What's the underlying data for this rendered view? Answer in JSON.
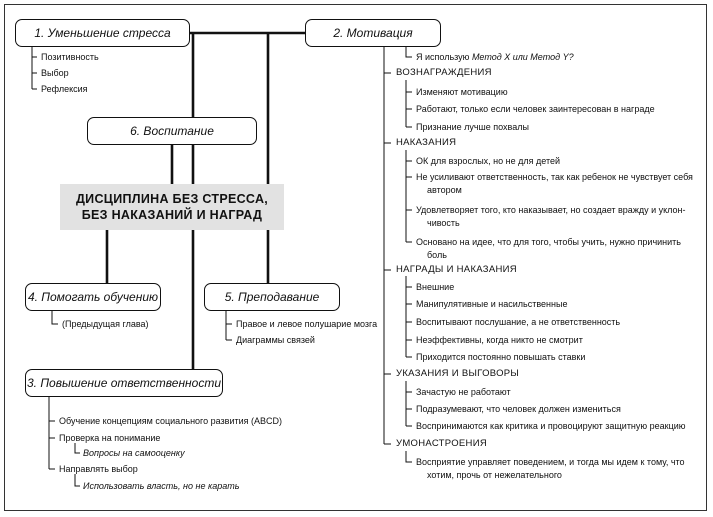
{
  "nodes": {
    "n1": {
      "title": "1. Уменьшение стресса",
      "items": [
        "Позитивность",
        "Выбор",
        "Рефлексия"
      ]
    },
    "n2": {
      "title": "2. Мотивация",
      "intro": {
        "prefix": "Я использую ",
        "italic": "Метод X или Метод Y?"
      },
      "sections": [
        {
          "heading": "ВОЗНАГРАЖДЕНИЯ",
          "items": [
            "Изменяют мотивацию",
            "Работают, только если человек заинтересован в награде",
            "Признание лучше похвалы"
          ]
        },
        {
          "heading": "НАКАЗАНИЯ",
          "items": [
            "ОК для взрослых, но не для детей",
            "Не усиливают ответственность, так как ребенок не чувствует себя",
            "автором",
            "Удовлетворяет того, кто наказывает, но создает вражду и уклон-",
            "чивость",
            "Основано на идее, что для того, чтобы учить, нужно причинить",
            "боль"
          ]
        },
        {
          "heading": "НАГРАДЫ И НАКАЗАНИЯ",
          "items": [
            "Внешние",
            "Манипулятивные и насильственные",
            "Воспитывают послушание, а не ответственность",
            "Неэффективны, когда никто не смотрит",
            "Приходится постоянно повышать ставки"
          ]
        },
        {
          "heading": "УКАЗАНИЯ И ВЫГОВОРЫ",
          "items": [
            "Зачастую не работают",
            "Подразумевают, что человек должен измениться",
            "Воспринимаются как критика и провоцируют защитную реакцию"
          ]
        },
        {
          "heading": "УМОНАСТРОЕНИЯ",
          "items": [
            "Восприятие управляет поведением, и тогда мы идем к тому, что",
            "хотим, прочь от нежелательного"
          ]
        }
      ]
    },
    "n6": {
      "title": "6. Воспитание"
    },
    "center": {
      "line1": "ДИСЦИПЛИНА БЕЗ СТРЕССА,",
      "line2": "БЕЗ НАКАЗАНИЙ И НАГРАД"
    },
    "n4": {
      "title": "4. Помогать обучению",
      "items": [
        "(Предыдущая глава)"
      ]
    },
    "n5": {
      "title": "5. Преподавание",
      "items": [
        "Правое и левое полушарие мозга",
        "Диаграммы связей"
      ]
    },
    "n3": {
      "title": "3. Повышение ответственности",
      "items": [
        "Обучение концепциям социального развития (ABCD)",
        "Проверка на понимание",
        "Вопросы на самооценку",
        "Направлять выбор",
        "Использовать власть, но не карать"
      ]
    }
  },
  "colors": {
    "line": "#111111",
    "center_fill": "#e2e2e2",
    "border": "#333333"
  }
}
